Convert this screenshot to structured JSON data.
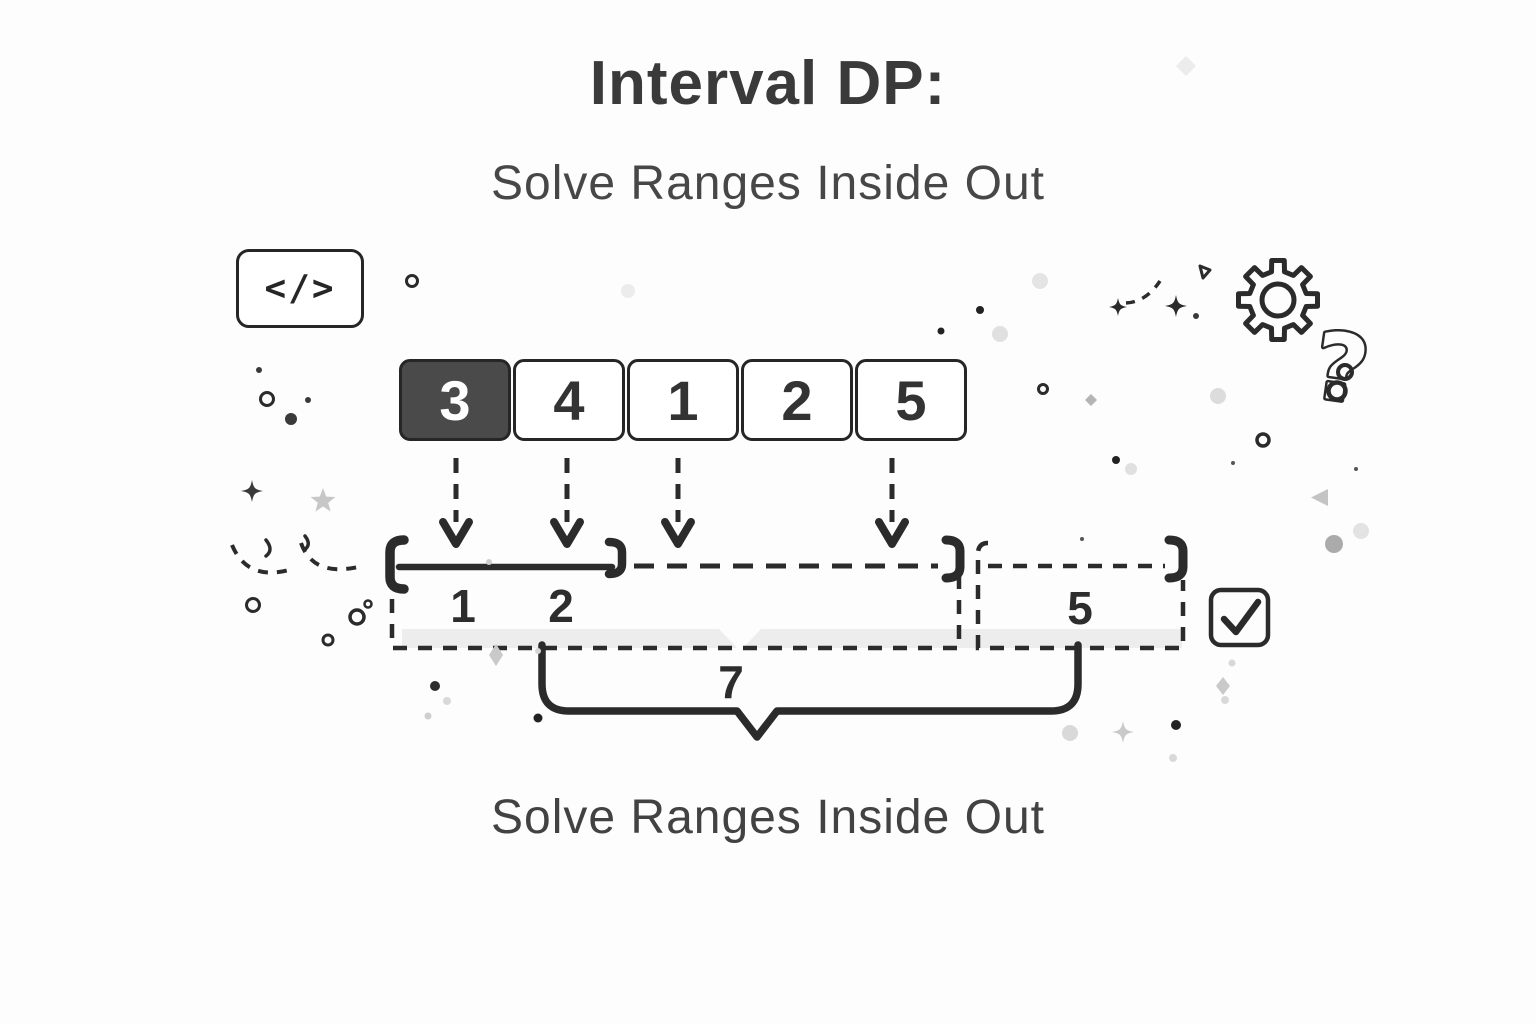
{
  "title": "Interval DP:",
  "subtitle": "Solve Ranges Inside Out",
  "caption": "Solve Ranges Inside Out",
  "code_badge": {
    "label": "</>"
  },
  "array": {
    "values": [
      "3",
      "4",
      "1",
      "2",
      "5"
    ],
    "highlighted_value": "3",
    "highlighted_index": 0
  },
  "ranges": {
    "left_range_labels": [
      "1",
      "2"
    ],
    "right_range_label": "5",
    "merged_total": "7"
  },
  "icons": {
    "code": "code-badge-icon",
    "gear": "gear-icon",
    "question": "question-mark-icon",
    "checkbox": "checked-checkbox-icon",
    "sparkles": "sparkle-icons",
    "arrows": "down-arrow-icons"
  },
  "colors": {
    "ink": "#2b2b2b",
    "highlight_box_fill": "#4a4a4a",
    "highlight_box_text": "#ffffff",
    "band": "#ededed",
    "background": "#fdfdfd"
  }
}
